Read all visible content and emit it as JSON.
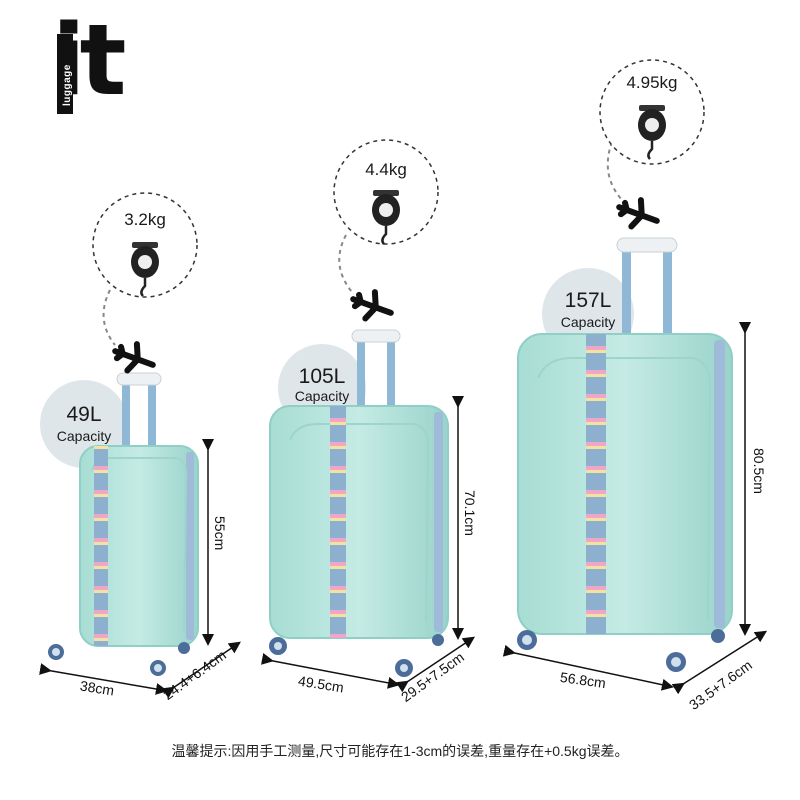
{
  "brand": {
    "logo_main": "it",
    "logo_sub": "luggage"
  },
  "suitcases": [
    {
      "id": "small",
      "capacity_value": "49L",
      "capacity_label": "Capacity",
      "weight": "3.2kg",
      "height": "55cm",
      "width": "38cm",
      "depth": "24.4+6.4cm"
    },
    {
      "id": "medium",
      "capacity_value": "105L",
      "capacity_label": "Capacity",
      "weight": "4.4kg",
      "height": "70.1cm",
      "width": "49.5cm",
      "depth": "29.5+7.5cm"
    },
    {
      "id": "large",
      "capacity_value": "157L",
      "capacity_label": "Capacity",
      "weight": "4.95kg",
      "height": "80.5cm",
      "width": "56.8cm",
      "depth": "33.5+7.6cm"
    }
  ],
  "disclaimer": "温馨提示:因用手工测量,尺寸可能存在1-3cm的误差,重量存在+0.5kg误差。",
  "colors": {
    "shell": "#b5e3db",
    "shell_dark": "#8fcfc5",
    "strap_blue": "#8eb0cf",
    "strap_pink": "#f0a6c8",
    "strap_yellow": "#f3e3a3",
    "badge": "#dfe6ea",
    "handle": "#8fb7d6"
  },
  "icons": [
    "luggage-scale-icon",
    "airplane-icon",
    "wheel-icon"
  ]
}
